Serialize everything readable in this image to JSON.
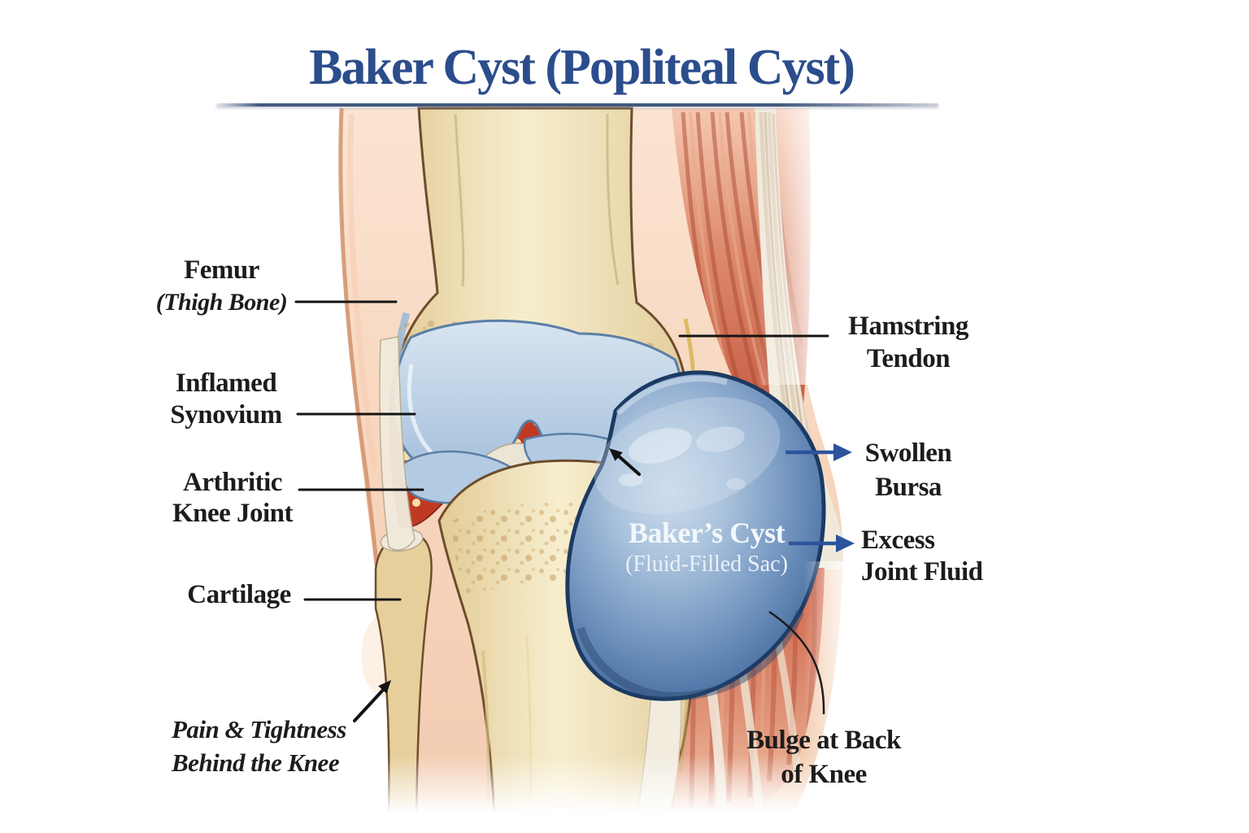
{
  "title": "Baker Cyst (Popliteal Cyst)",
  "colors": {
    "title_text": "#2b4d8c",
    "divider": "#43597e",
    "label_text": "#1d1c1a",
    "cyst_label_text": "#f3f7fb",
    "arrow_blue": "#2c549c",
    "leader_black": "#141414",
    "cyst_fill": "#6289b8",
    "cyst_outline": "#1b3a62",
    "bone_fill": "#eedcab",
    "cartilage_fill": "#b6cde4",
    "synovium_red": "#bf3a24",
    "muscle_red": "#c65a40",
    "tendon_ivory": "#f0e9db",
    "skin": "#f8dbc6"
  },
  "annotations": {
    "femur": {
      "name": "Femur",
      "detail": "(Thigh Bone)"
    },
    "inflamed_synovium": {
      "line1": "Inflamed",
      "line2": "Synovium"
    },
    "arthritic_knee_joint": {
      "line1": "Arthritic",
      "line2": "Knee Joint"
    },
    "cartilage": {
      "name": "Cartilage"
    },
    "pain_tightness": {
      "line1": "Pain & Tightness",
      "line2": "Behind the Knee"
    },
    "hamstring_tendon": {
      "line1": "Hamstring",
      "line2": "Tendon"
    },
    "swollen_bursa": {
      "line1": "Swollen",
      "line2": "Bursa"
    },
    "excess_joint_fluid": {
      "line1": "Excess",
      "line2": "Joint Fluid"
    },
    "bakers_cyst": {
      "name": "Baker’s Cyst",
      "detail": "(Fluid-Filled Sac)"
    },
    "bulge_at_back": {
      "line1": "Bulge at Back",
      "line2": "of Knee"
    }
  }
}
